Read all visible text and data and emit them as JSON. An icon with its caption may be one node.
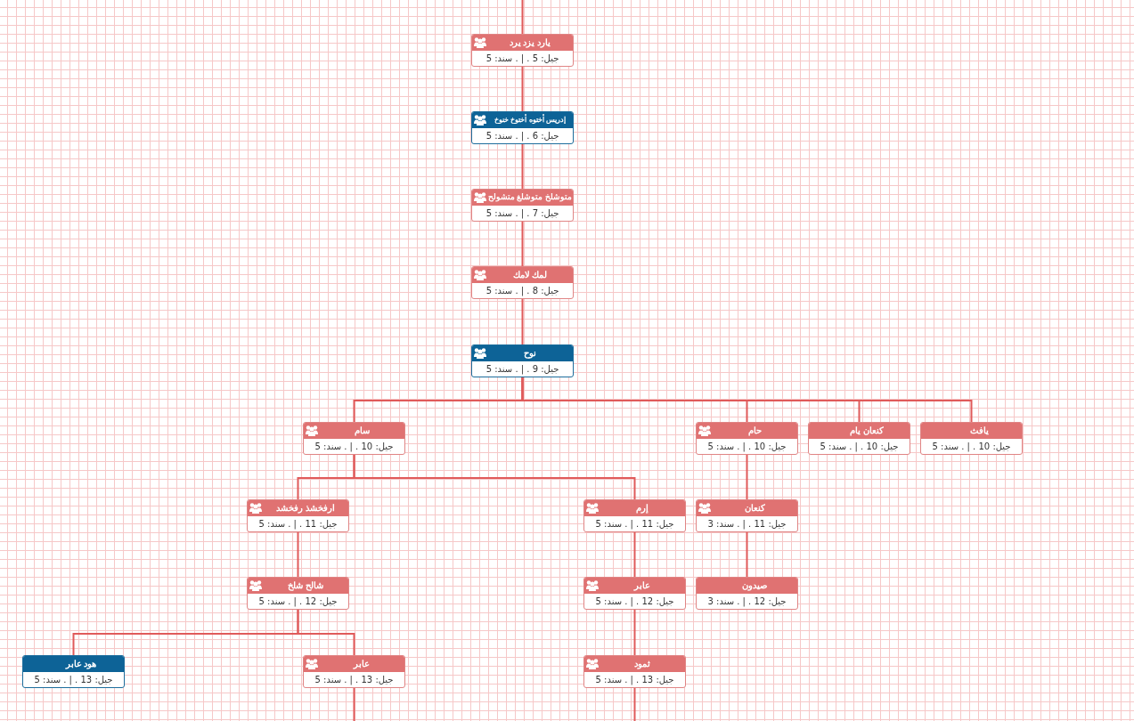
{
  "diagram": {
    "nodes": [
      {
        "text": [
          "يارد يزد يرد",
          "جيل: 5 . | . سند: 5"
        ]
      },
      {
        "text": [
          "إدريس أختوه أختوخ خنوخ",
          "جيل: 6 . | . سند: 5"
        ]
      },
      {
        "text": [
          "متوشلخ متوشلغ متشولح",
          "جيل: 7 . | . سند: 5"
        ]
      },
      {
        "text": [
          "لمك لامك",
          "جيل: 8 . | . سند: 5"
        ]
      },
      {
        "text": [
          "نوح",
          "جيل: 9 . | . سند: 5"
        ]
      },
      {
        "text": [
          "سام",
          "جيل: 10 . | . سند: 5"
        ]
      },
      {
        "text": [
          "حام",
          "جيل: 10 . | . سند: 5"
        ]
      },
      {
        "text": [
          "كنعان يام",
          "جيل: 10 . | . سند: 5"
        ]
      },
      {
        "text": [
          "يافث",
          "جيل: 10 . | . سند: 5"
        ]
      },
      {
        "text": [
          "ارفخشذ رفخشد",
          "جيل: 11 . | . سند: 5"
        ]
      },
      {
        "text": [
          "إرم",
          "جيل: 11 . | . سند: 5"
        ]
      },
      {
        "text": [
          "كنعان",
          "جيل: 11 . | . سند: 3"
        ]
      },
      {
        "text": [
          "شالح شلخ",
          "جيل: 12 . | . سند: 5"
        ]
      },
      {
        "text": [
          "عابر",
          "جيل: 12 . | . سند: 5"
        ]
      },
      {
        "text": [
          "صيدون",
          "جيل: 12 . | . سند: 3"
        ]
      },
      {
        "text": [
          "هود عابر",
          "جيل: 13 . | . سند: 5"
        ]
      },
      {
        "text": [
          "عابر",
          "جيل: 13 . | . سند: 5"
        ]
      },
      {
        "text": [
          "ثمود",
          "جيل: 13 . | . سند: 5"
        ]
      }
    ],
    "edges": [
      {
        "from": null,
        "to": 0,
        "arrow": "none"
      },
      {
        "from": 0,
        "to": 1,
        "arrow": "none"
      },
      {
        "from": 1,
        "to": 2,
        "arrow": "none"
      },
      {
        "from": 2,
        "to": 3,
        "arrow": "none"
      },
      {
        "from": 3,
        "to": 4,
        "arrow": "none"
      },
      {
        "from": 4,
        "to": 5,
        "arrow": "none"
      },
      {
        "from": 4,
        "to": 6,
        "arrow": "none"
      },
      {
        "from": 4,
        "to": 7,
        "arrow": "none"
      },
      {
        "from": 4,
        "to": 8,
        "arrow": "none"
      },
      {
        "from": 5,
        "to": 9,
        "arrow": "none"
      },
      {
        "from": 5,
        "to": 10,
        "arrow": "none"
      },
      {
        "from": 6,
        "to": 11,
        "arrow": "none"
      },
      {
        "from": 9,
        "to": 12,
        "arrow": "none"
      },
      {
        "from": 10,
        "to": 13,
        "arrow": "none"
      },
      {
        "from": 11,
        "to": 14,
        "arrow": "none"
      },
      {
        "from": 12,
        "to": 15,
        "arrow": "none"
      },
      {
        "from": 12,
        "to": 16,
        "arrow": "none"
      },
      {
        "from": 13,
        "to": 17,
        "arrow": "none"
      },
      {
        "from": 16,
        "to": null,
        "arrow": "none"
      },
      {
        "from": 17,
        "to": null,
        "arrow": "none"
      }
    ]
  }
}
